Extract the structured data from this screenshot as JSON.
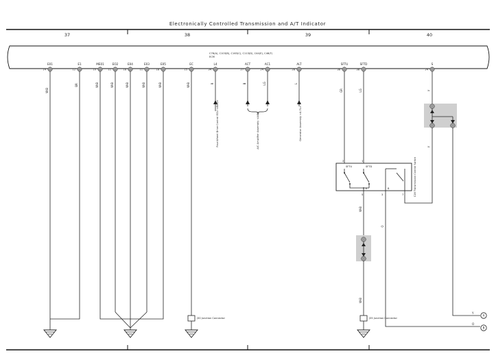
{
  "title": "Electronically Controlled Transmission and A/T Indicator",
  "columns": [
    "37",
    "38",
    "39",
    "40"
  ],
  "ecm": {
    "connectors": "C76(A), C103(B), C163(C), C113(D), C44(E), C46(F)",
    "name": "ECM"
  },
  "ecm_pins": [
    {
      "name": "E01",
      "no": "14"
    },
    {
      "name": "E1",
      "no": "12"
    },
    {
      "name": "ME01",
      "no": "10"
    },
    {
      "name": "EO2",
      "no": "11"
    },
    {
      "name": "E04",
      "no": "18"
    },
    {
      "name": "E03",
      "no": "11"
    },
    {
      "name": "E05",
      "no": "18"
    },
    {
      "name": "EC",
      "no": "15"
    },
    {
      "name": "L4",
      "no": "34"
    },
    {
      "name": "ACT",
      "no": "27"
    },
    {
      "name": "AC1",
      "no": "24"
    },
    {
      "name": "ALT",
      "no": "28"
    },
    {
      "name": "SFTU",
      "no": "38"
    },
    {
      "name": "SFTD",
      "no": "38"
    },
    {
      "name": "S",
      "no": "24"
    }
  ],
  "wire_colors": {
    "e01": "W-B",
    "e1": "BR",
    "me01": "W-B",
    "eo2": "W-B",
    "e04": "W-B",
    "e03": "W-B",
    "e05": "W-B",
    "ec": "W-B",
    "l4": "R",
    "act": "B",
    "ac1": "LG",
    "alt": "L",
    "sftu": "GR",
    "sftd": "LG",
    "s": "Y",
    "s_lower": "Y",
    "sw_out": "O",
    "sw_ground": "W-B",
    "sw_ground2": "W-B",
    "to_a": "Y",
    "to_b": "O"
  },
  "destinations": {
    "l4": "Four-Wheel Drive Control ECU <4WD>",
    "ac": "A/C Amplifier Assembly <A/C>",
    "alt": "Generator Assembly <4.7L>"
  },
  "transmission_switch": {
    "label": "C28 Transmission Control Switch",
    "sftu": "SFTU",
    "sftd": "SFTD",
    "pins": [
      "2",
      "1",
      "3",
      "5",
      "7",
      "B",
      "E"
    ]
  },
  "junction_j30": "J30 Junction Connector",
  "junction_j35": "J35 Junction Connector",
  "offpage": [
    "A",
    "B"
  ]
}
